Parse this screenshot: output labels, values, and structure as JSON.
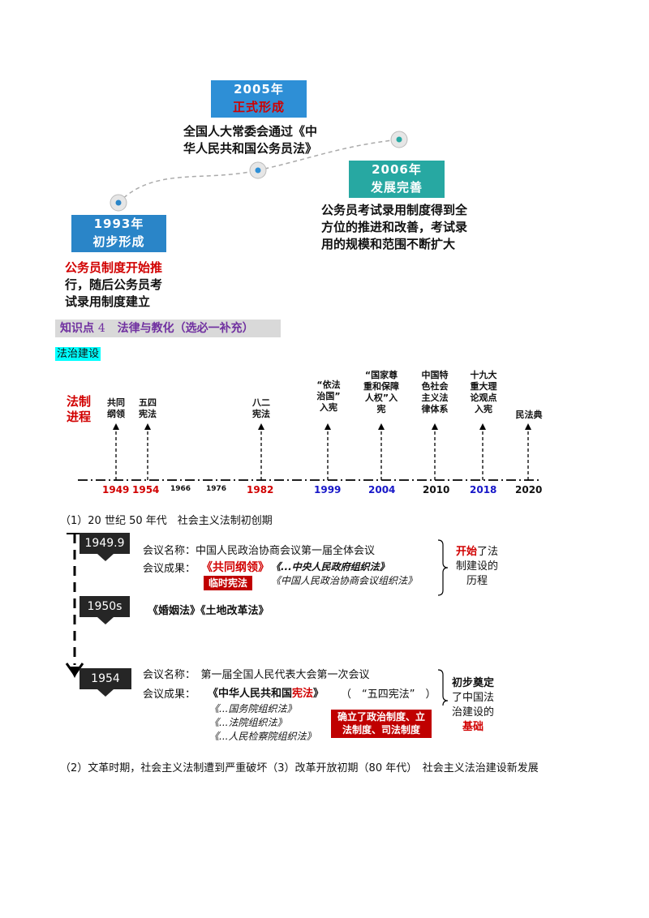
{
  "timeline1": {
    "y2005": {
      "year": "2005年",
      "title": "正式形成",
      "desc_lines": [
        "全国人大常委会通过《中",
        "华人民共和国公务员法》"
      ]
    },
    "y2006": {
      "year": "2006年",
      "title": "发展完善",
      "desc_lines": [
        "公务员考试录用制度得到全",
        "方位的推进和改善，考试录",
        "用的规模和范围不断扩大"
      ]
    },
    "y1993": {
      "year": "1993年",
      "title": "初步形成",
      "desc_red": "公务员制度开始推",
      "desc_rest_lines": [
        "行，随后公务员考",
        "试录用制度建立"
      ]
    }
  },
  "knowledge_point": {
    "prefix": "知识点",
    "num": "4",
    "title": "法律与教化（选必一补充）"
  },
  "subhead": "法治建设",
  "legal_timeline": {
    "title_lines": [
      "法制",
      "进程"
    ],
    "events": [
      {
        "lines": [
          "共同",
          "纲领"
        ]
      },
      {
        "lines": [
          "五四",
          "宪法"
        ]
      },
      {
        "lines": [
          "八二",
          "宪法"
        ]
      },
      {
        "lines": [
          "“依法",
          "治国”",
          "入宪"
        ]
      },
      {
        "lines": [
          "“国家尊",
          "重和保障",
          "人权”入",
          "宪"
        ]
      },
      {
        "lines": [
          "中国特",
          "色社会",
          "主义法",
          "律体系"
        ]
      },
      {
        "lines": [
          "十九大",
          "重大理",
          "论观点",
          "入宪"
        ]
      },
      {
        "lines": [
          "民法典"
        ]
      }
    ],
    "years": [
      {
        "label": "1949",
        "color": "#d10000"
      },
      {
        "label": "1954",
        "color": "#d10000"
      },
      {
        "label": "1966",
        "color": "#111111"
      },
      {
        "label": "1976",
        "color": "#111111"
      },
      {
        "label": "1982",
        "color": "#d10000"
      },
      {
        "label": "1999",
        "color": "#1717c8"
      },
      {
        "label": "2004",
        "color": "#1717c8"
      },
      {
        "label": "2010",
        "color": "#111111"
      },
      {
        "label": "2018",
        "color": "#1717c8"
      },
      {
        "label": "2020",
        "color": "#111111"
      }
    ]
  },
  "period1": "（1）20 世纪 50 年代　社会主义法制初创期",
  "block1949": {
    "tag": "1949.9",
    "meeting": "会议名称：中国人民政治协商会议第一届全体会议",
    "result_label": "会议成果：",
    "result_main": "《共同纲领》",
    "result_main_badge": "临时宪法",
    "result_sub1": "《...中央人民政府组织法》",
    "result_sub2": "《中国人民政治协商会议组织法》",
    "side_red": "开始",
    "side_rest_lines": [
      "了法",
      "制建设的",
      "历程"
    ]
  },
  "block1950s": {
    "tag": "1950s",
    "laws": "《婚姻法》《土地改革法》"
  },
  "block1954": {
    "tag": "1954",
    "meeting": "会议名称：　第一届全国人民代表大会第一次会议",
    "result_label": "会议成果：",
    "result_main_pre": "《中华人民共和国",
    "result_main_red": "宪法",
    "result_main_post": "》",
    "result_note": "（　“五四宪法”　）",
    "sub_laws": [
      "《...国务院组织法》",
      "《...法院组织法》",
      "《...人民检察院组织法》"
    ],
    "badge_lines": [
      "确立了政治制度、立",
      "法制度、司法制度"
    ],
    "side_lines": [
      "初步奠定",
      "了中国法",
      "治建设的"
    ],
    "side_red": "基础"
  },
  "period2": "（2）文革时期，社会主义法制遭到严重破坏（3）改革开放初期（80 年代）　社会主义法治建设新发展"
}
